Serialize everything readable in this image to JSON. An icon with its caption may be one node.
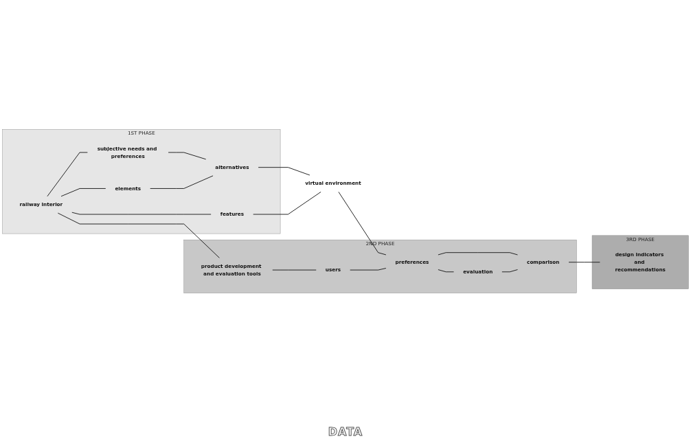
{
  "diagram": {
    "nodes": [
      {
        "text": [
          "1ST PHASE"
        ]
      },
      {
        "text": [
          "railway interior"
        ],
        "in": 0
      },
      {
        "text": [
          "elements"
        ],
        "in": 0
      },
      {
        "text": [
          "subjective needs and preferences"
        ],
        "in": 0
      },
      {
        "text": [
          "alternatives"
        ],
        "in": 0
      },
      {
        "text": [
          "features"
        ],
        "in": 0
      },
      {
        "text": [
          "virtual environment"
        ]
      },
      {
        "text": [
          "2ND PHASE"
        ]
      },
      {
        "text": [
          "product development and evaluation tools"
        ],
        "in": 7
      },
      {
        "text": [
          "users"
        ],
        "in": 7
      },
      {
        "text": [
          "preferences"
        ],
        "in": 7
      },
      {
        "text": [
          "evaluation"
        ],
        "in": 7
      },
      {
        "text": [
          "comparison"
        ],
        "in": 7
      },
      {
        "text": [
          "3RD PHASE"
        ]
      },
      {
        "text": [
          "design indicators and recommendations"
        ],
        "in": 13
      }
    ],
    "edges": [
      {
        "from": 1,
        "to": 2,
        "arrow": "none"
      },
      {
        "from": 1,
        "to": 3,
        "arrow": "none"
      },
      {
        "from": 3,
        "to": 4,
        "arrow": "none"
      },
      {
        "from": 1,
        "to": 5,
        "arrow": "none"
      },
      {
        "from": 2,
        "to": 4,
        "arrow": "none"
      },
      {
        "from": 4,
        "to": 6,
        "arrow": "none"
      },
      {
        "from": 5,
        "to": 6,
        "arrow": "none"
      },
      {
        "from": 6,
        "to": 10,
        "arrow": "none"
      },
      {
        "from": 1,
        "to": 8,
        "arrow": "none"
      },
      {
        "from": 8,
        "to": 9,
        "arrow": "none"
      },
      {
        "from": 9,
        "to": 10,
        "arrow": "none"
      },
      {
        "from": 10,
        "to": 11,
        "arrow": "none"
      },
      {
        "from": 10,
        "to": 12,
        "arrow": "none"
      },
      {
        "from": 11,
        "to": 12,
        "arrow": "none"
      },
      {
        "from": 12,
        "to": 14,
        "arrow": "none"
      }
    ],
    "labels": [
      "DATA"
    ]
  }
}
